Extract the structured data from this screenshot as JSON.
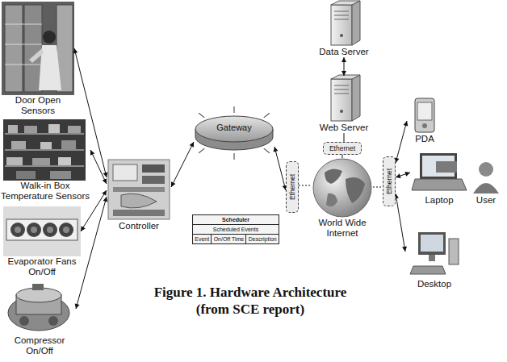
{
  "diagram": {
    "caption": "Figure 1. Hardware Architecture (from SCE report)",
    "nodes": [
      {
        "text": [
          "Door Open Sensors"
        ]
      },
      {
        "text": [
          "Walk-in Box Temperature Sensors"
        ]
      },
      {
        "text": [
          "Evaporator Fans On/Off"
        ]
      },
      {
        "text": [
          "Compressor On/Off"
        ]
      },
      {
        "text": [
          "Controller"
        ]
      },
      {
        "text": [
          "Gateway"
        ]
      },
      {
        "text": [
          "Scheduler",
          "Scheduled Events",
          "Event",
          "On/Off Time",
          "Description"
        ]
      },
      {
        "text": [
          "Ethernet"
        ]
      },
      {
        "text": [
          "Data Server"
        ]
      },
      {
        "text": [
          "Web Server"
        ]
      },
      {
        "text": [
          "Ethernet"
        ]
      },
      {
        "text": [
          "World Wide Internet"
        ]
      },
      {
        "text": [
          "Ethernet"
        ]
      },
      {
        "text": [
          "PDA"
        ]
      },
      {
        "text": [
          "Laptop"
        ]
      },
      {
        "text": [
          "Desktop"
        ]
      },
      {
        "text": [
          "User"
        ]
      }
    ],
    "edges": [
      {
        "from": 0,
        "to": 4,
        "arrow": "both"
      },
      {
        "from": 1,
        "to": 4,
        "arrow": "both"
      },
      {
        "from": 2,
        "to": 4,
        "arrow": "both"
      },
      {
        "from": 3,
        "to": 4,
        "arrow": "both"
      },
      {
        "from": 4,
        "to": 5,
        "arrow": "both"
      },
      {
        "from": 5,
        "to": 7,
        "arrow": "both"
      },
      {
        "from": 7,
        "to": 11,
        "arrow": "none"
      },
      {
        "from": 8,
        "to": 9,
        "arrow": "both"
      },
      {
        "from": 9,
        "to": 10,
        "arrow": "none"
      },
      {
        "from": 10,
        "to": 11,
        "arrow": "none"
      },
      {
        "from": 11,
        "to": 12,
        "arrow": "none"
      },
      {
        "from": 12,
        "to": 13,
        "arrow": "both"
      },
      {
        "from": 12,
        "to": 14,
        "arrow": "both"
      },
      {
        "from": 12,
        "to": 15,
        "arrow": "both"
      }
    ]
  }
}
